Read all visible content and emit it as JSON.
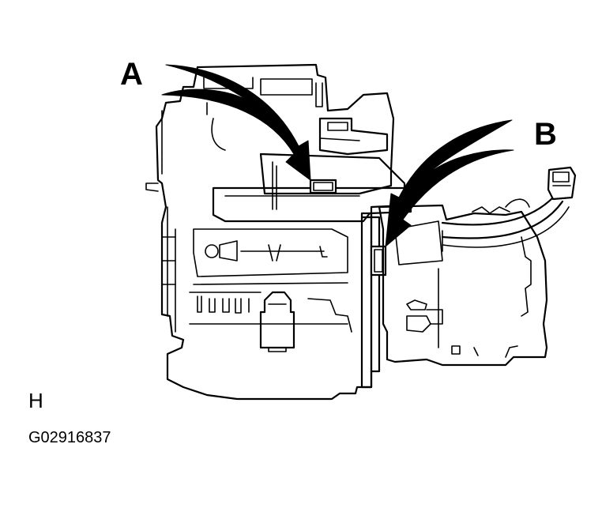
{
  "labels": {
    "callout_a": "A",
    "callout_b": "B",
    "corner_letter": "H",
    "figure_code": "G02916837"
  },
  "colors": {
    "line": "#000000",
    "background": "#ffffff"
  }
}
